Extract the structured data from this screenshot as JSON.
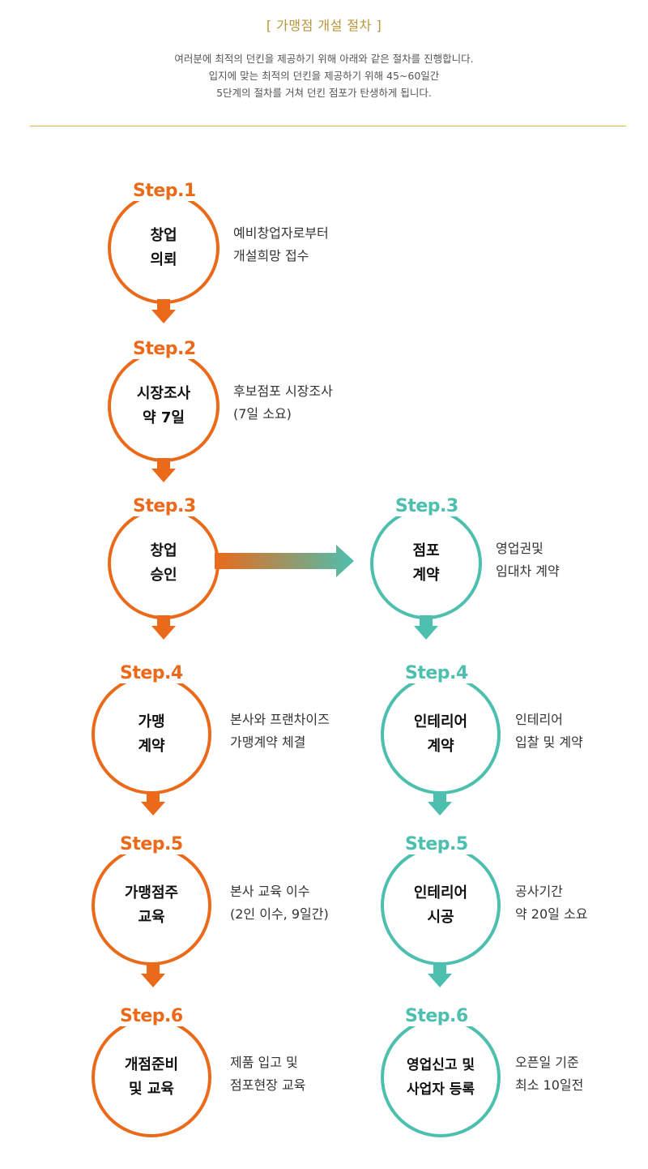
{
  "header": {
    "title": "[ 가맹점 개설 절차 ]",
    "intro": [
      "여러분에 최적의 던킨을 제공하기 위해 아래와 같은 절차를 진행합니다.",
      "입지에 맞는 최적의 던킨을 제공하기 위해 45~60일간",
      "5단계의 절차를 거쳐 던킨 점포가 탄생하게 됩니다."
    ]
  },
  "colors": {
    "orange": "#eb6a1a",
    "teal": "#4dbfae",
    "gold": "#b8953a"
  },
  "left_steps": [
    {
      "step": "Step.1",
      "title": "창업\n의뢰",
      "desc": "예비창업자로부터\n개설희망 접수"
    },
    {
      "step": "Step.2",
      "title": "시장조사\n약 7일",
      "desc": "후보점포 시장조사\n(7일 소요)"
    },
    {
      "step": "Step.3",
      "title": "창업\n승인",
      "desc": ""
    },
    {
      "step": "Step.4",
      "title": "가맹\n계약",
      "desc": "본사와 프랜차이즈\n가맹계약 체결"
    },
    {
      "step": "Step.5",
      "title": "가맹점주\n교육",
      "desc": "본사 교육 이수\n(2인 이수, 9일간)"
    },
    {
      "step": "Step.6",
      "title": "개점준비\n및 교육",
      "desc": "제품 입고 및\n점포현장 교육"
    }
  ],
  "right_steps": [
    {
      "step": "Step.3",
      "title": "점포\n계약",
      "desc": "영업권및\n임대차 계약"
    },
    {
      "step": "Step.4",
      "title": "인테리어\n계약",
      "desc": "인테리어\n입찰 및 계약"
    },
    {
      "step": "Step.5",
      "title": "인테리어\n시공",
      "desc": "공사기간\n약 20일 소요"
    },
    {
      "step": "Step.6",
      "title": "영업신고 및\n사업자 등록",
      "desc": "오픈일 기준\n최소 10일전"
    }
  ]
}
